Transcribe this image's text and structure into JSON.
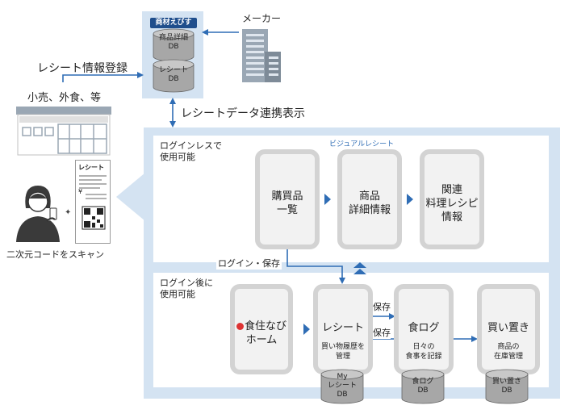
{
  "top": {
    "maker_label": "メーカー",
    "db_title": "商材えびす",
    "db_product": "商品詳細\nDB",
    "db_receipt": "レシート\nDB",
    "register_label": "レシート情報登録",
    "retail_label": "小売、外食、等",
    "link_label": "レシートデータ連携表示"
  },
  "left": {
    "receipt_header": "レシート",
    "yen": "¥",
    "scan_label": "二次元コードをスキャン"
  },
  "upper": {
    "title": "ログインレスで\n使用可能",
    "heading": "ビジュアルレシート",
    "phones": [
      "購買品\n一覧",
      "商品\n詳細情報",
      "関連\n料理レシピ\n情報"
    ]
  },
  "login_save_label": "ログイン・保存",
  "lower": {
    "title": "ログイン後に\n使用可能",
    "home": "食住なび\nホーム",
    "receipt": "レシート",
    "receipt_sub": "買い物履歴を\n管理",
    "foodlog": "食ログ",
    "foodlog_sub": "日々の\n食事を記録",
    "stock": "買い置き",
    "stock_sub": "商品の\n在庫管理",
    "save1": "保存",
    "save2": "保存",
    "db_my_receipt": "My\nレシート\nDB",
    "db_foodlog": "食ログ\nDB",
    "db_stock": "買い置き\nDB"
  },
  "colors": {
    "accent": "#2f6db5",
    "frame": "#d4e3f2",
    "dark_blue": "#1f4e8c",
    "phone_border": "#d3d3d3"
  }
}
